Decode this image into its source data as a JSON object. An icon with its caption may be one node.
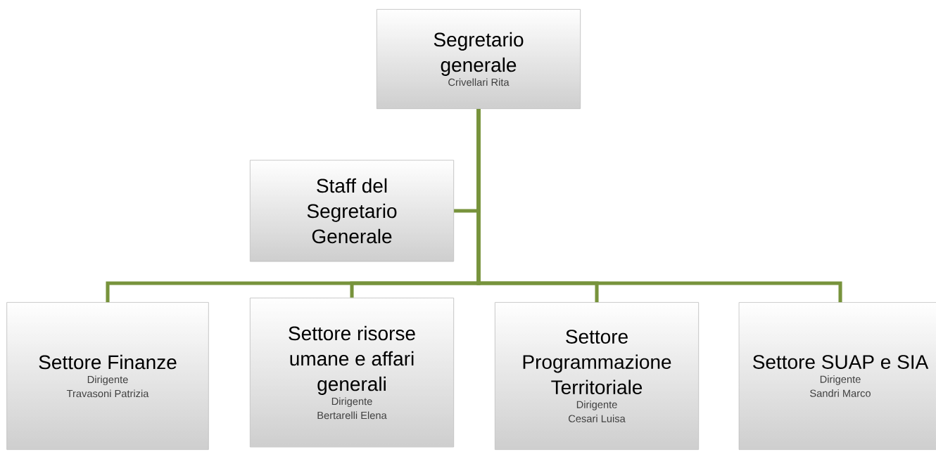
{
  "diagram": {
    "nodes": [
      {
        "text": [
          "Segretario generale",
          "Crivellari Rita"
        ]
      },
      {
        "text": [
          "Staff del Segretario Generale"
        ]
      },
      {
        "text": [
          "Settore Finanze",
          "Dirigente",
          "Travasoni Patrizia"
        ]
      },
      {
        "text": [
          "Settore risorse umane e affari generali",
          "Dirigente",
          "Bertarelli Elena"
        ]
      },
      {
        "text": [
          "Settore Programmazione Territoriale",
          "Dirigente",
          "Cesari Luisa"
        ]
      },
      {
        "text": [
          "Settore SUAP e SIA",
          "Dirigente",
          "Sandri Marco"
        ]
      }
    ],
    "edges": [
      {
        "from": 0,
        "to": 1,
        "arrow": "none"
      },
      {
        "from": 0,
        "to": 2,
        "arrow": "none"
      },
      {
        "from": 0,
        "to": 3,
        "arrow": "none"
      },
      {
        "from": 0,
        "to": 4,
        "arrow": "none"
      },
      {
        "from": 0,
        "to": 5,
        "arrow": "none"
      }
    ]
  }
}
